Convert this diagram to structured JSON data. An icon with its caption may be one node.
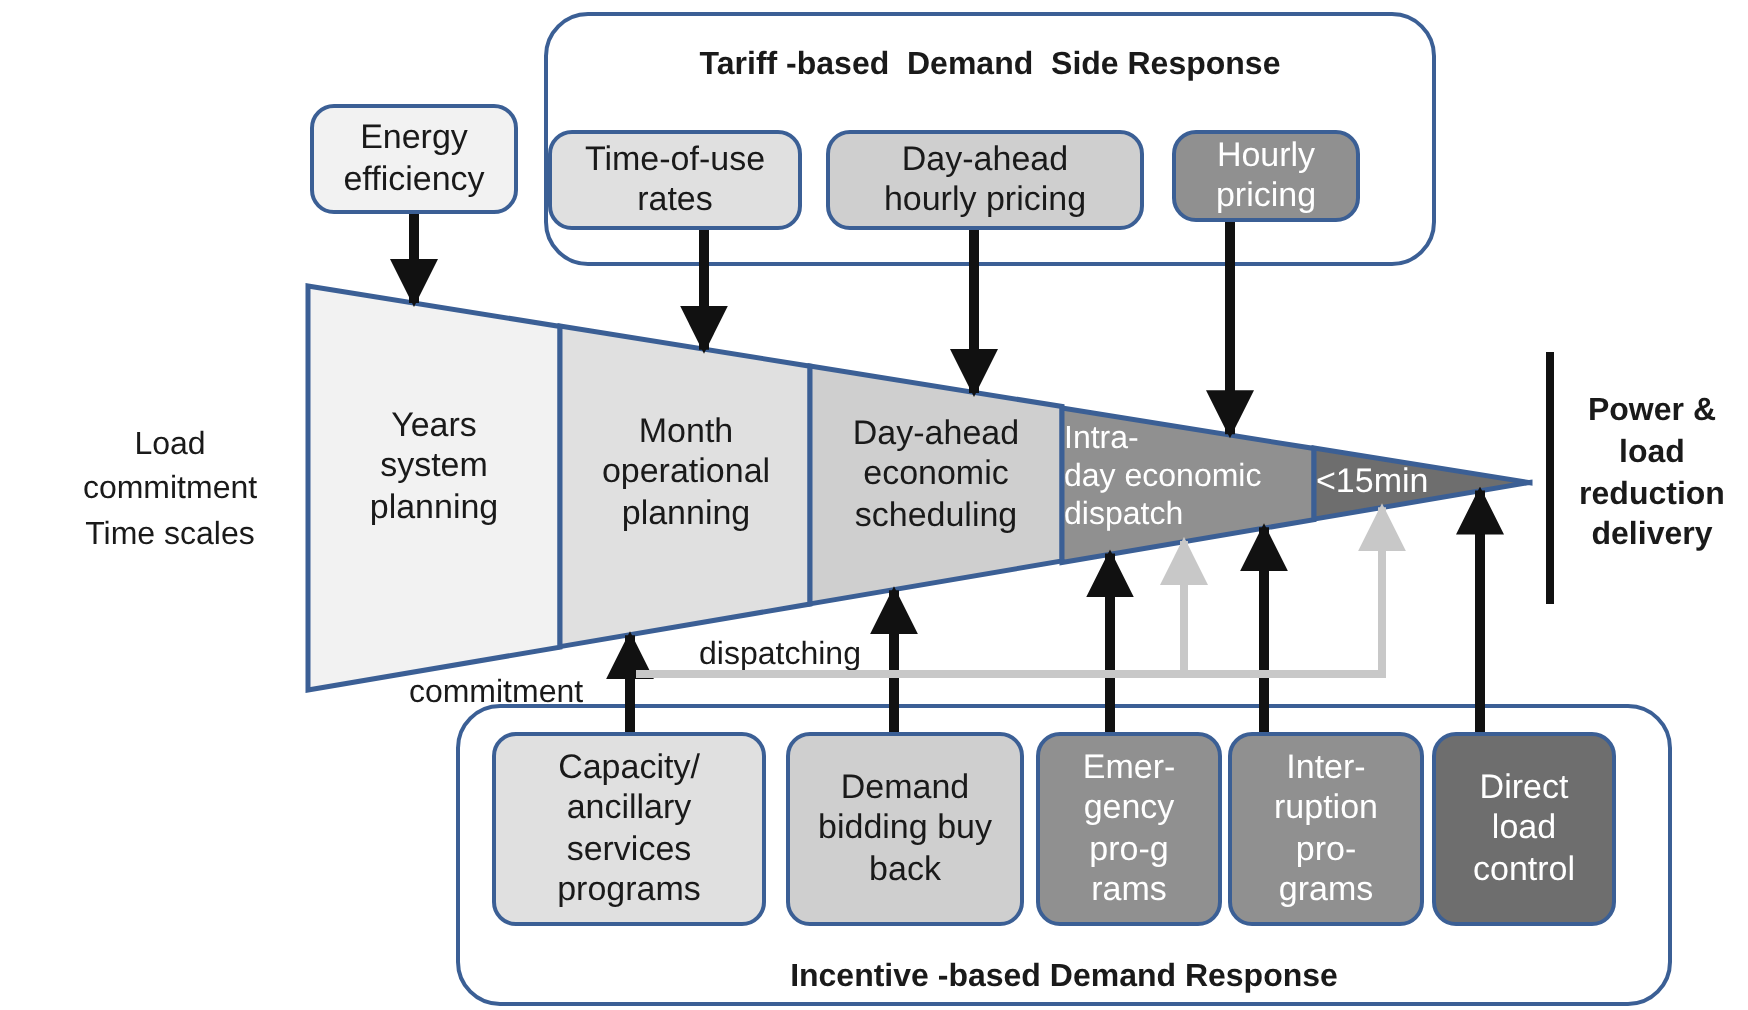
{
  "diagram": {
    "nodes": [
      {
        "text": [
          "Tariff -based  Demand  Side Response"
        ]
      },
      {
        "text": [
          "Time-of-use rates"
        ],
        "in": 0
      },
      {
        "text": [
          "Day-ahead hourly pricing"
        ],
        "in": 0
      },
      {
        "text": [
          "Hourly pricing"
        ],
        "in": 0
      },
      {
        "text": [
          "Energy efficiency"
        ]
      },
      {
        "text": [
          "Years system planning"
        ]
      },
      {
        "text": [
          "Month operational planning"
        ]
      },
      {
        "text": [
          "Day-ahead economic scheduling"
        ]
      },
      {
        "text": [
          "Intra- day economic dispatch"
        ]
      },
      {
        "text": [
          "<15min"
        ]
      },
      {
        "text": [
          "Incentive -based Demand Response"
        ]
      },
      {
        "text": [
          "Capacity/ ancillary services programs"
        ],
        "in": 10
      },
      {
        "text": [
          "Demand bidding buy back"
        ],
        "in": 10
      },
      {
        "text": [
          "Emer- gency pro-g rams"
        ],
        "in": 10
      },
      {
        "text": [
          "Inter- ruption pro- grams"
        ],
        "in": 10
      },
      {
        "text": [
          "Direct load control"
        ],
        "in": 10
      }
    ],
    "edges": [
      {
        "from": 4,
        "to": 5,
        "arrow": "to"
      },
      {
        "from": 1,
        "to": 6,
        "arrow": "to"
      },
      {
        "from": 2,
        "to": 7,
        "arrow": "to"
      },
      {
        "from": 3,
        "to": 8,
        "arrow": "to"
      },
      {
        "from": 11,
        "to": 6,
        "arrow": "to"
      },
      {
        "from": 12,
        "to": 7,
        "arrow": "to"
      },
      {
        "from": 13,
        "to": 8,
        "arrow": "to"
      },
      {
        "from": 14,
        "to": 8,
        "arrow": "to"
      },
      {
        "from": 15,
        "to": 9,
        "arrow": "to"
      },
      {
        "from": null,
        "to": 8,
        "arrow": "to",
        "color": "#c8c8c8"
      },
      {
        "from": null,
        "to": 9,
        "arrow": "to",
        "color": "#c8c8c8"
      }
    ],
    "labels": [
      "Load commitment Time scales",
      "Power & load reduction delivery",
      "dispatching",
      "commitment"
    ]
  }
}
